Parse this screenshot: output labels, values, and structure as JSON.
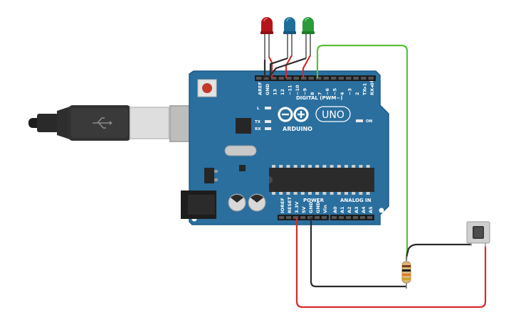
{
  "board": {
    "brand": "ARDUINO",
    "model": "UNO",
    "on_label": "ON",
    "led_l": "L",
    "led_tx": "TX",
    "led_rx": "RX",
    "digital_label": "DIGITAL (PWM~)",
    "power_label": "POWER",
    "analog_label": "ANALOG IN",
    "digital_pins": [
      "AREF",
      "GND",
      "13",
      "12",
      "~11",
      "~10",
      "~9",
      "8",
      "7",
      "~6",
      "~5",
      "4",
      "~3",
      "2",
      "TX▸1",
      "RX◂0"
    ],
    "power_pins": [
      "IOREF",
      "RESET",
      "3.3V",
      "5V",
      "GND",
      "GND",
      "Vin"
    ],
    "analog_pins": [
      "A0",
      "A1",
      "A2",
      "A3",
      "A4",
      "A5"
    ]
  },
  "components": {
    "leds": [
      {
        "name": "red-led",
        "color": "#b3151a"
      },
      {
        "name": "blue-led",
        "color": "#1f6e9a"
      },
      {
        "name": "green-led",
        "color": "#2a9a3a"
      }
    ],
    "resistor": "resistor",
    "button": "pushbutton",
    "usb": "usb-cable"
  },
  "colors": {
    "board": "#2a6f9e",
    "board_edge": "#1d5a85",
    "wire_red": "#d42a2a",
    "wire_green": "#5bbf3c",
    "wire_black": "#2b2b2b"
  }
}
